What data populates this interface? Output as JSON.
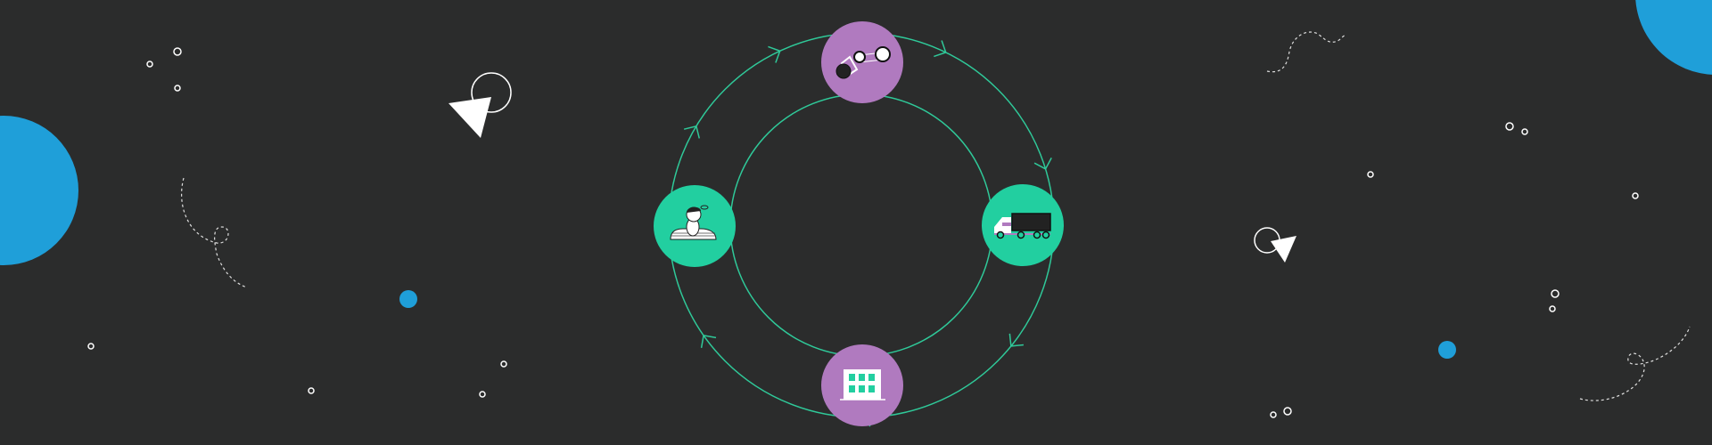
{
  "colors": {
    "background": "#2b2c2c",
    "ring": "#2fc999",
    "node_purple": "#b07abf",
    "node_green": "#22cfa0",
    "accent_blue": "#1f9fd9",
    "decoration": "#ffffff"
  },
  "cycle": {
    "direction": "clockwise",
    "nodes": [
      {
        "position": "top",
        "icon": "robotic-arm-icon",
        "color": "purple"
      },
      {
        "position": "right",
        "icon": "truck-icon",
        "color": "green"
      },
      {
        "position": "bottom",
        "icon": "warehouse-building-icon",
        "color": "purple"
      },
      {
        "position": "left",
        "icon": "person-with-cap-icon",
        "color": "green"
      }
    ]
  }
}
